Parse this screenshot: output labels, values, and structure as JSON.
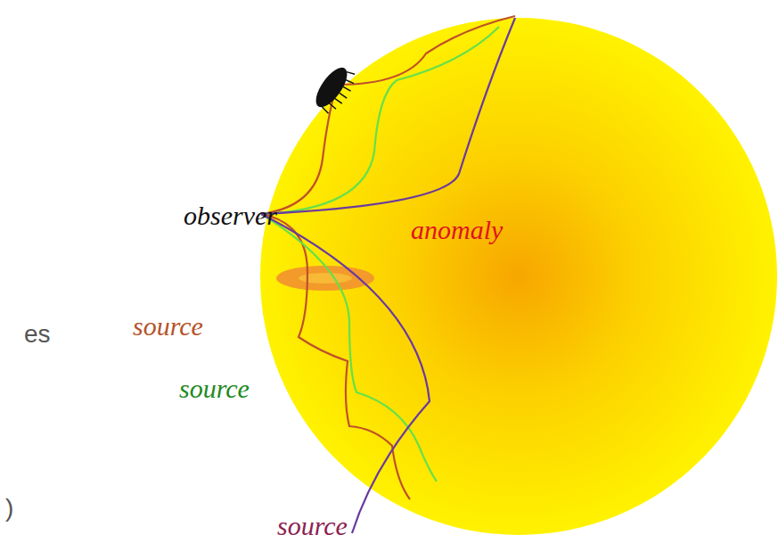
{
  "diagram": {
    "labels": [
      "observer",
      "anomaly",
      "source",
      "source",
      "source",
      "es",
      ")"
    ]
  }
}
